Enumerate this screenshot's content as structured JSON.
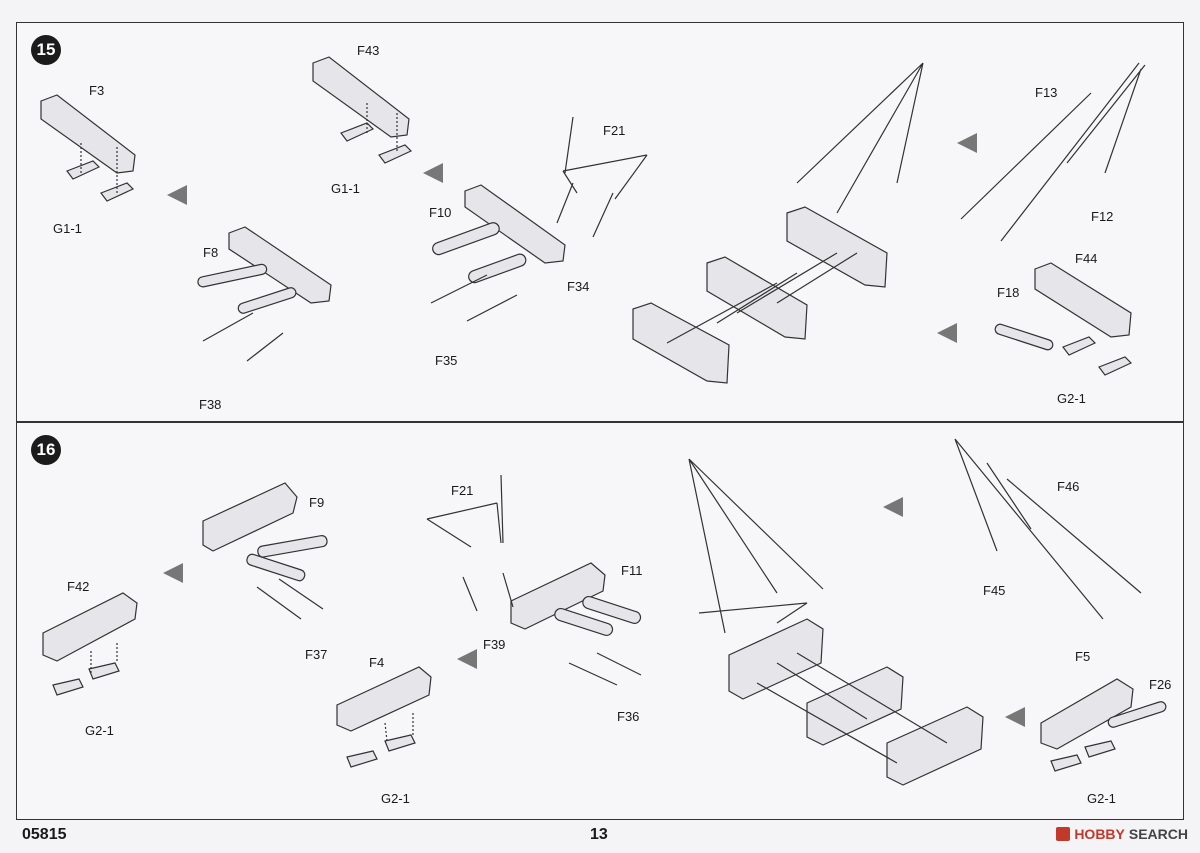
{
  "steps": [
    {
      "number": "15",
      "labels": {
        "f3": "F3",
        "g1_1_a": "G1-1",
        "f43": "F43",
        "g1_1_b": "G1-1",
        "f8": "F8",
        "f38": "F38",
        "f21": "F21",
        "f10": "F10",
        "f34": "F34",
        "f35": "F35",
        "f13": "F13",
        "f12": "F12",
        "f44": "F44",
        "f18": "F18",
        "g2_1": "G2-1"
      }
    },
    {
      "number": "16",
      "labels": {
        "f9": "F9",
        "f42": "F42",
        "g2_1_a": "G2-1",
        "f37": "F37",
        "f21": "F21",
        "f11": "F11",
        "f39": "F39",
        "f4": "F4",
        "g2_1_b": "G2-1",
        "f36": "F36",
        "f46": "F46",
        "f45": "F45",
        "f5": "F5",
        "f26": "F26",
        "g2_1_c": "G2-1"
      }
    }
  ],
  "footer": {
    "catalog_number": "05815",
    "page_number": "13",
    "watermark": {
      "brand": "HOBBY",
      "suffix": "SEARCH"
    }
  }
}
